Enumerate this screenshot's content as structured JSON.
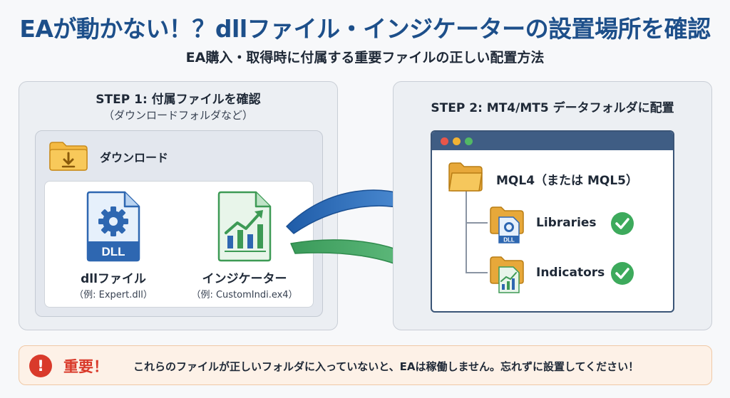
{
  "header": {
    "title": "EAが動かない！？dllファイル・インジケーターの設置場所を確認",
    "subtitle": "EA購入・取得時に付属する重要ファイルの正しい配置方法"
  },
  "step1": {
    "title": "STEP 1: 付属ファイルを確認",
    "subtitle": "（ダウンロードフォルダなど）",
    "folder_label": "ダウンロード",
    "files": [
      {
        "badge": "DLL",
        "name": "dllファイル",
        "example": "（例: Expert.dll）"
      },
      {
        "name": "インジケーター",
        "example": "（例: CustomIndi.ex4）"
      }
    ]
  },
  "step2": {
    "title": "STEP 2: MT4/MT5 データフォルダに配置",
    "root_folder": "MQL4（または MQL5）",
    "subfolders": [
      {
        "label": "Libraries",
        "badge": "DLL"
      },
      {
        "label": "Indicators"
      }
    ]
  },
  "notice": {
    "strong": "重要！",
    "text": "これらのファイルが正しいフォルダに入っていないと、EAは稼働しません。忘れずに設置してください！"
  },
  "colors": {
    "title": "#1d4f8a",
    "blue_arrow": "#3f7cc7",
    "green_arrow": "#4caf6e",
    "check": "#3daa5c",
    "warning": "#d93a2b",
    "folder": "#f4b942"
  }
}
